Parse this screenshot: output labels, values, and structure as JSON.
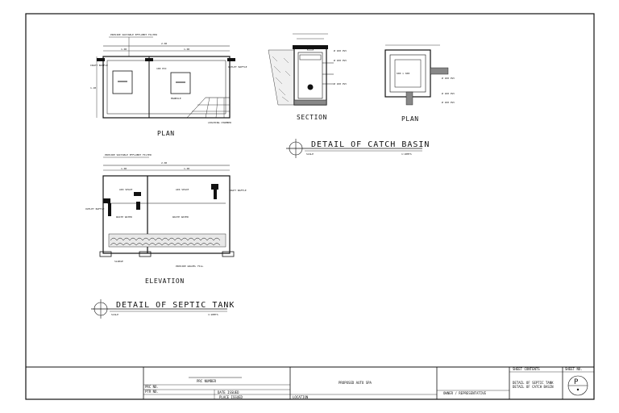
{
  "septic_tank": {
    "plan": {
      "label": "PLAN",
      "note_top": "PROVIDE SUITABLE EFFLUENT FILTER",
      "inlet_baffle": "INLET BAFFLE",
      "outlet_baffle": "OUTLET BAFFLE",
      "pipe": "100 PVC",
      "manhole": "MANHOLE",
      "leaching": "LEACHING CHAMBER",
      "dims": [
        "2.00",
        "1.00",
        "1.00",
        "1.20"
      ]
    },
    "elevation": {
      "label": "ELEVATION",
      "note_top": "PROVIDE SUITABLE EFFLUENT FILTER",
      "air_space_1": "AIR SPACE",
      "air_space_2": "AIR SPACE",
      "waste_water_1": "WASTE WATER",
      "waste_water_2": "WASTE WATER",
      "inlet_baffle": "INLET BAFFLE",
      "outlet_baffle": "OUTLET BAFFLE",
      "sludge": "SLUDGE",
      "gravel": "PROVIDE GRAVEL FILL",
      "dims": [
        "2.00",
        "1.00",
        "1.00"
      ]
    },
    "detail_title": "DETAIL OF SEPTIC TANK",
    "scale_label": "SCALE",
    "scale_value": "1:20MTS"
  },
  "catch_basin": {
    "section_label": "SECTION",
    "plan_label": "PLAN",
    "section_notes": [
      "Ø 100 PVC",
      "Ø 100 PVC",
      "Ø 100 PVC"
    ],
    "plan_notes": [
      "Ø 100 PVC",
      "Ø 100 PVC",
      "Ø 100 PVC"
    ],
    "plan_inner": "600 x 600",
    "detail_title": "DETAIL OF CATCH BASIN",
    "scale_label": "SCALE",
    "scale_value": "1:20MTS"
  },
  "title_block": {
    "name_line": "PRC NUMBER",
    "prc_no": "PRC NO.",
    "ptr_no": "PTR NO.",
    "date_issued": "DATE ISSUED",
    "place_issued": "PLACE ISSUED",
    "project": "PROPOSED AUTO SPA",
    "location_label": "LOCATION",
    "owner_label": "OWNER / REPRESENTATIVE",
    "sheet_contents_label": "SHEET CONTENTS",
    "sheet_contents": [
      "DETAIL OF SEPTIC TANK",
      "DETAIL OF CATCH BASIN"
    ],
    "sheet_no_label": "SHEET NO.",
    "sheet_code": "P"
  }
}
